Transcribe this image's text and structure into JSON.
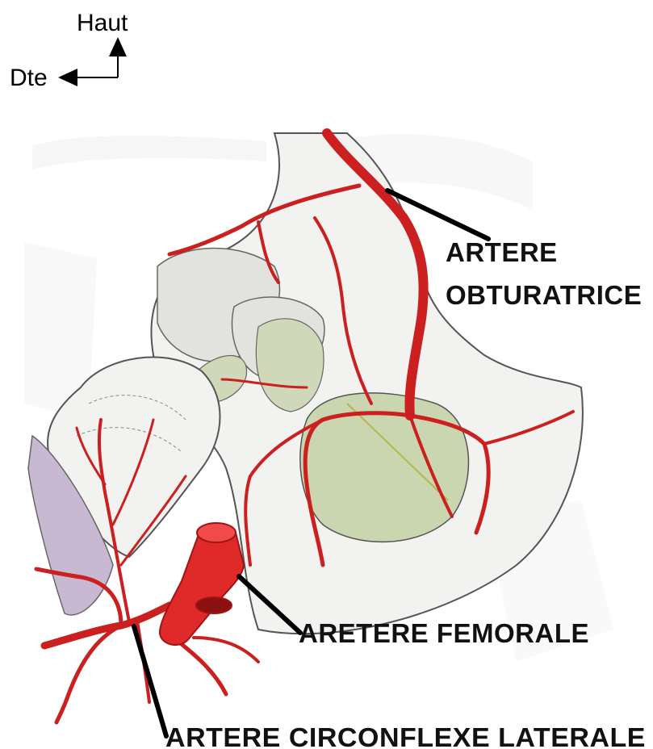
{
  "orientation": {
    "up_label": "Haut",
    "right_label": "Dte"
  },
  "labels": {
    "obturator_line1": "ARTERE",
    "obturator_line2": "OBTURATRICE",
    "femoral": "ARETERE FEMORALE",
    "circumflex": "ARTERE CIRCONFLEXE LATERALE"
  },
  "colors": {
    "artery": "#cc1f1f",
    "femoral_artery": "#e02a2a",
    "membrane": "#c9d6b0",
    "capsule": "#c8b8d2"
  }
}
